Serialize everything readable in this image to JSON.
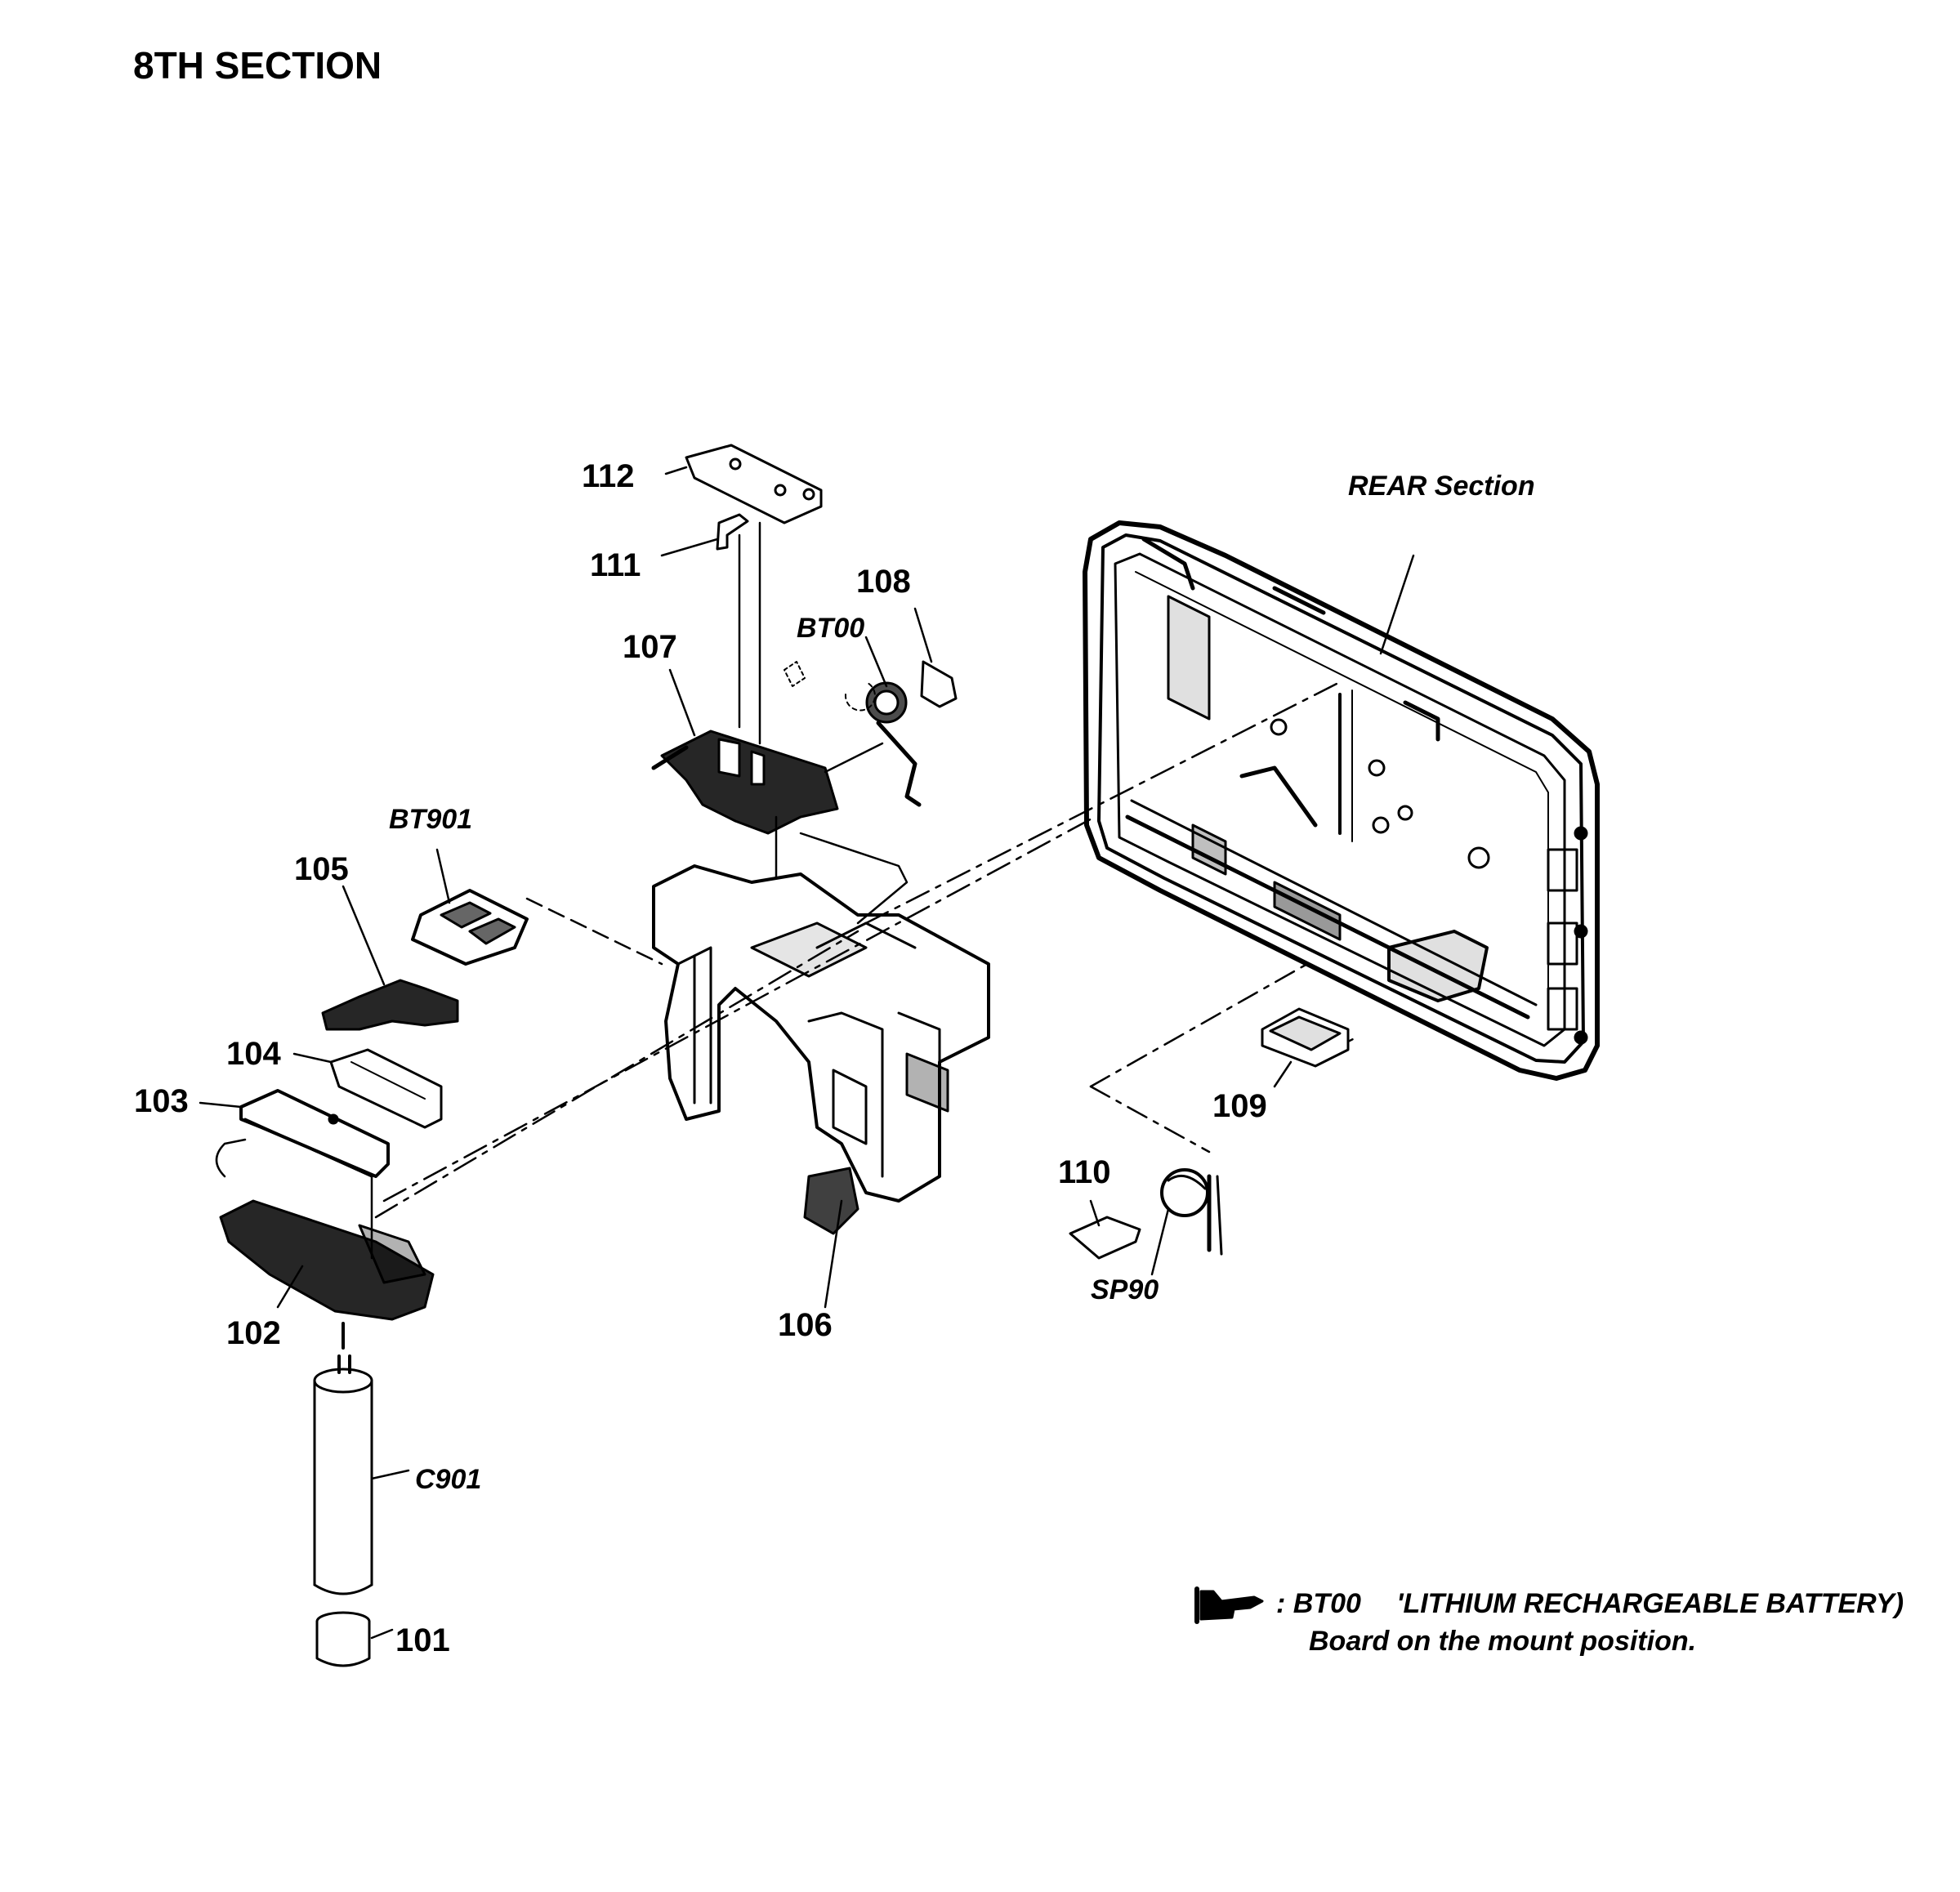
{
  "page": {
    "title": "8TH SECTION"
  },
  "labels": {
    "rear_section": "REAR Section",
    "p112": "112",
    "p111": "111",
    "p108": "108",
    "bt00": "BT00",
    "p107": "107",
    "bt901": "BT901",
    "p105": "105",
    "p104": "104",
    "p103": "103",
    "p102": "102",
    "p101": "101",
    "c901": "C901",
    "p106": "106",
    "p109": "109",
    "p110": "110",
    "sp90": "SP90"
  },
  "note": {
    "code": ": BT00",
    "line1": "'LITHIUM RECHARGEABLE BATTERY)",
    "line2": "Board on the mount position.",
    "icon": "pointing-hand-icon"
  },
  "colors": {
    "ink": "#000000",
    "paper": "#ffffff"
  }
}
